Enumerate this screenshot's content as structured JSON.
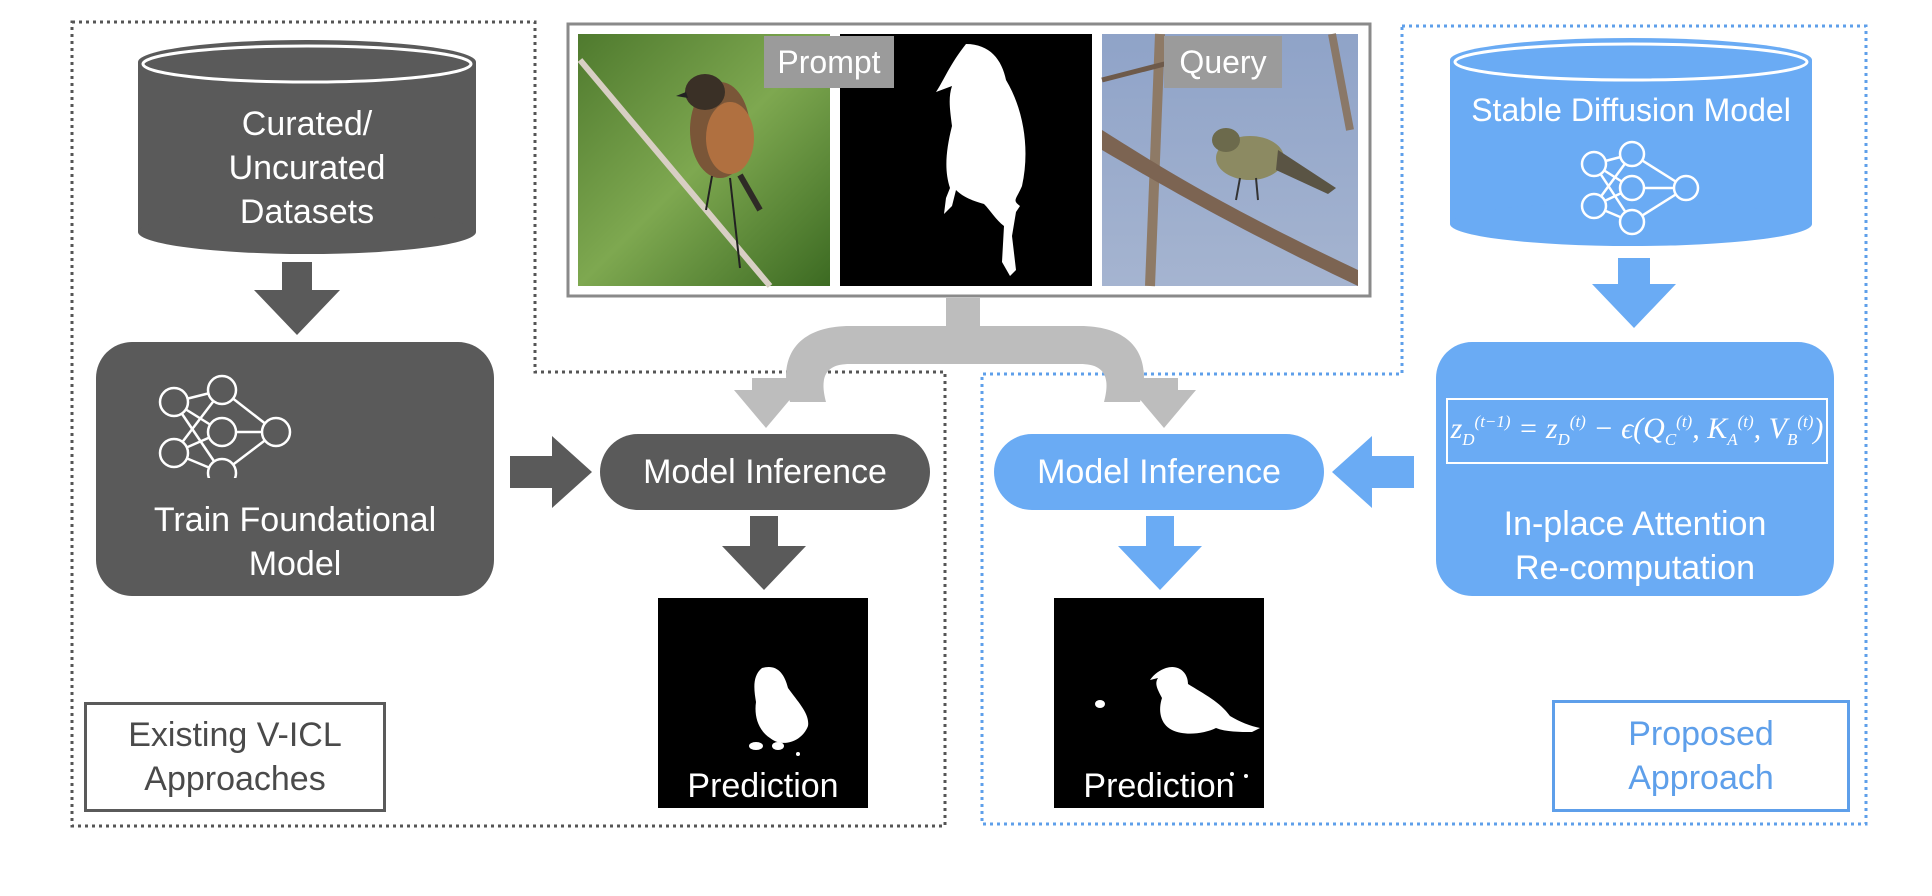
{
  "left_panel": {
    "dataset_label": "Curated/\nUncurated\nDatasets",
    "train_label": "Train Foundational\nModel",
    "inference_label": "Model Inference",
    "prediction_label": "Prediction",
    "approach_label": "Existing V-ICL\nApproaches"
  },
  "center_panel": {
    "prompt_tag": "Prompt",
    "query_tag": "Query"
  },
  "right_panel": {
    "model_label": "Stable Diffusion Model",
    "recompute_label": "In-place Attention\nRe-computation",
    "inference_label": "Model Inference",
    "prediction_label": "Prediction",
    "approach_label": "Proposed\nApproach",
    "formula_text": "z_D^(t−1) = z_D^(t) − ε(Q_C^(t), K_A^(t), V_B^(t))"
  },
  "colors": {
    "existing": "#5a5a5a",
    "proposed": "#6aabf4",
    "connector": "#bdbdbd"
  }
}
